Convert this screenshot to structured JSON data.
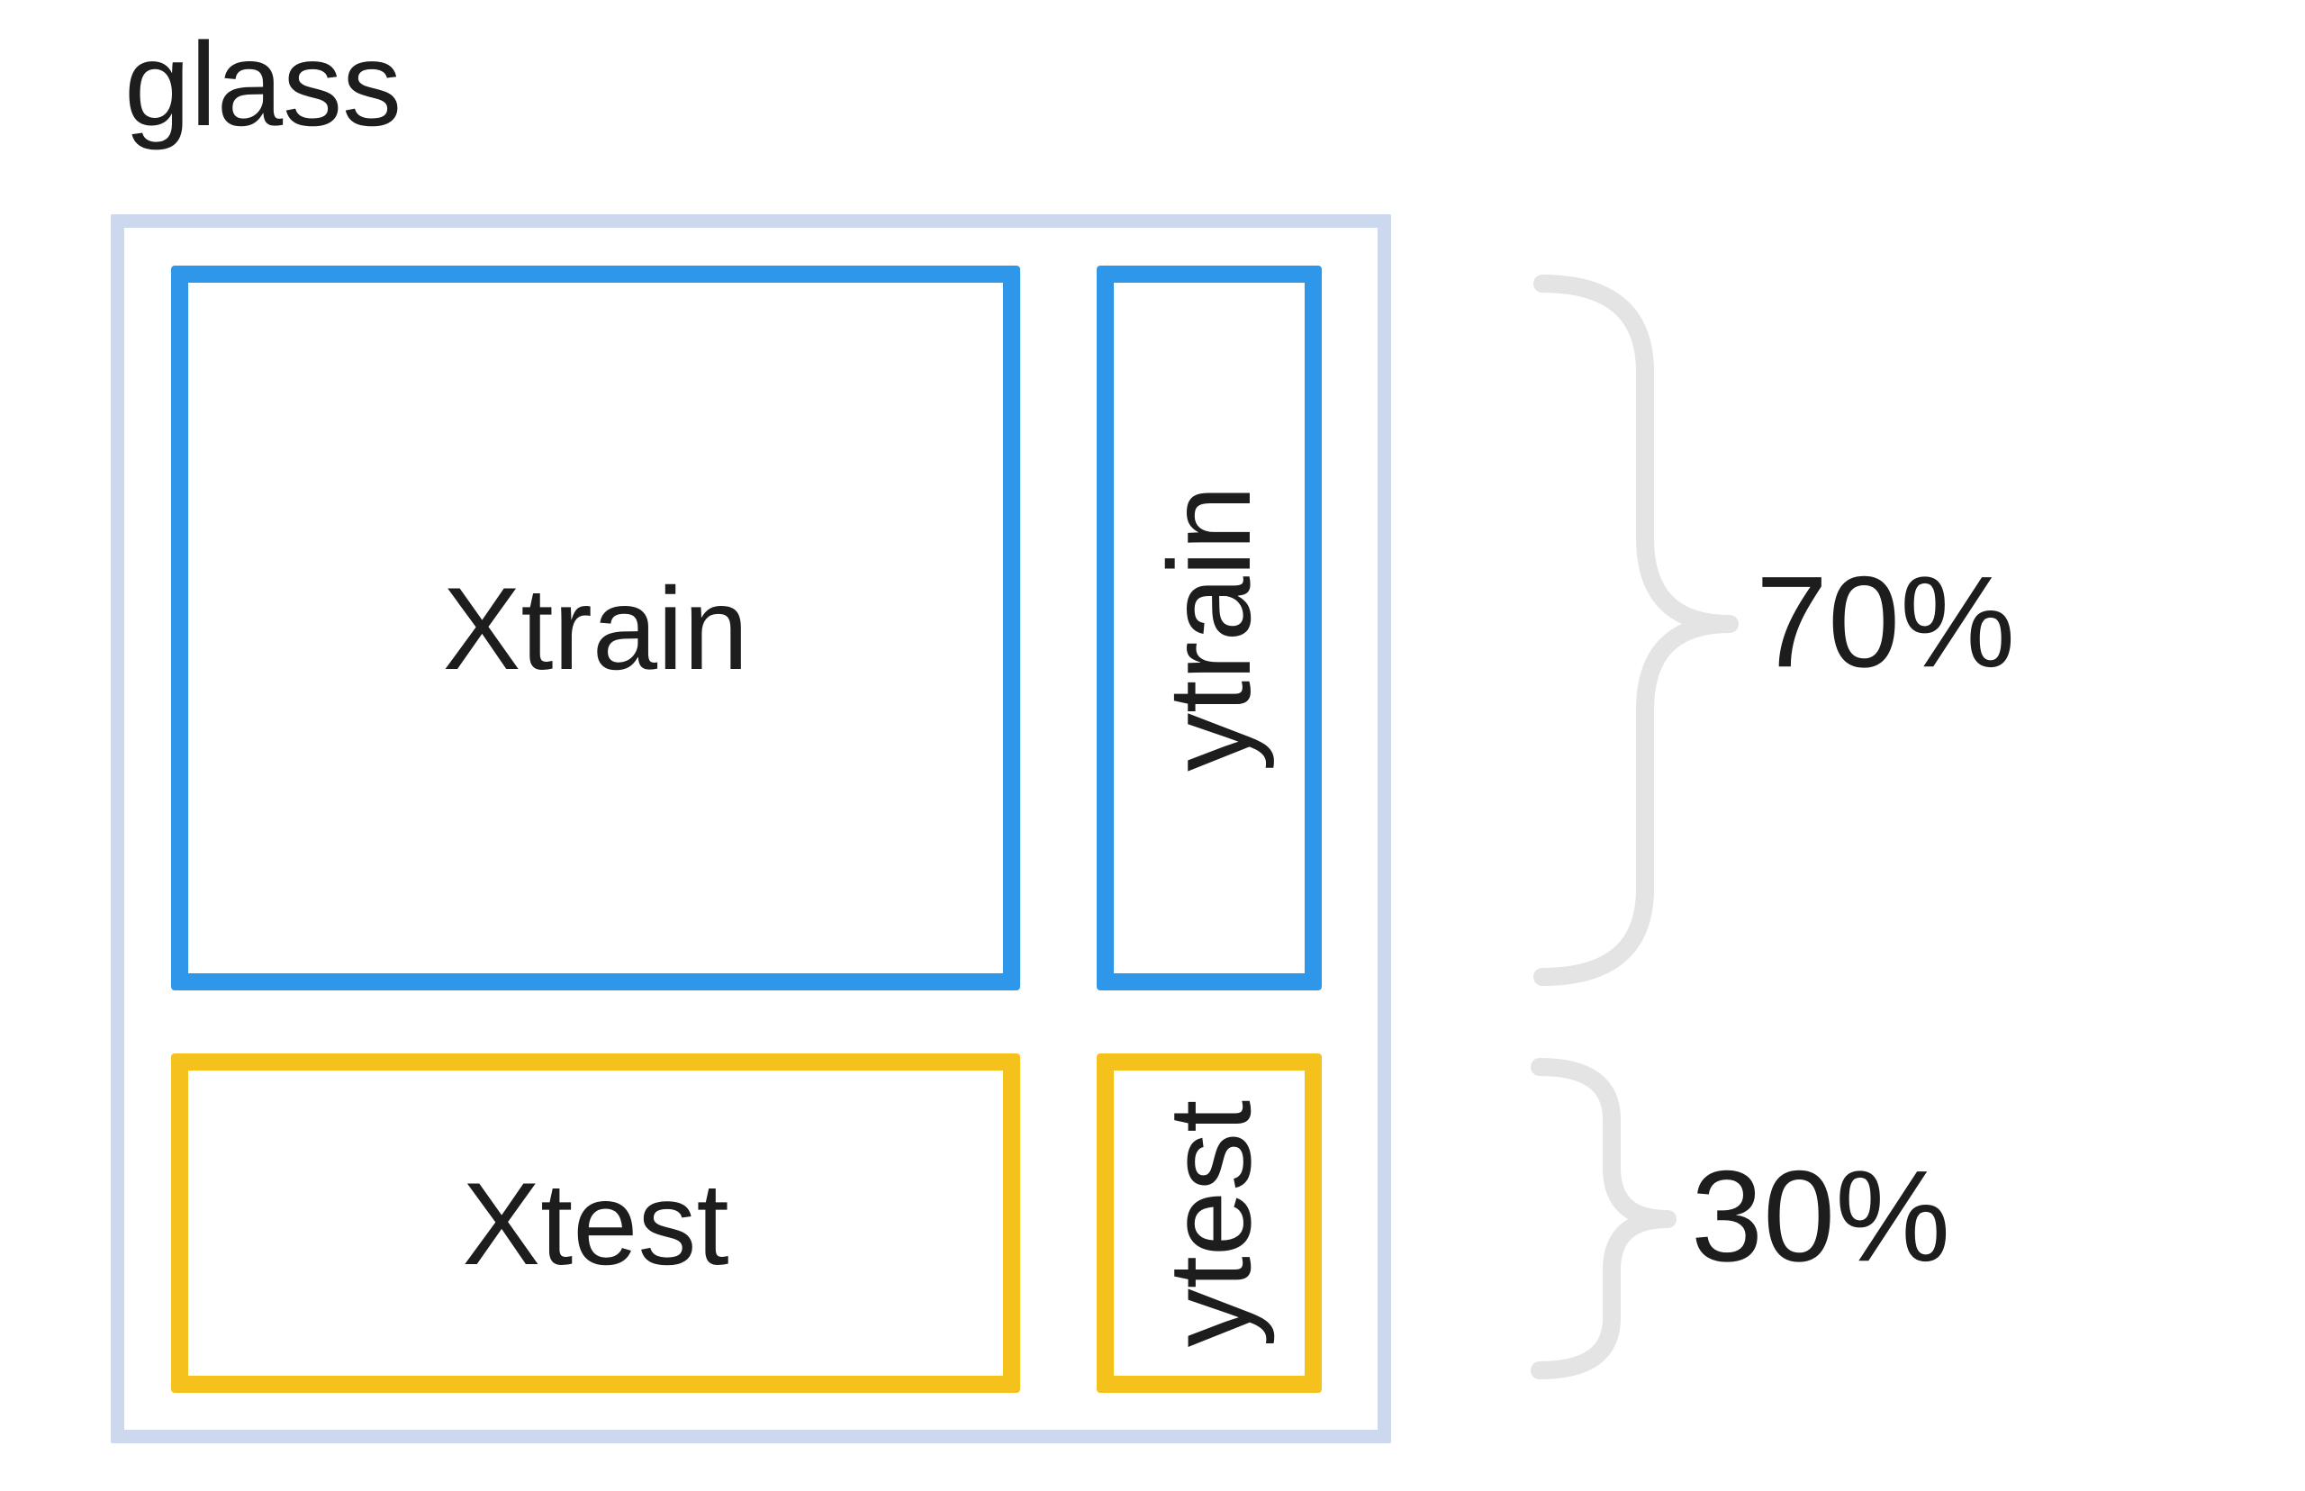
{
  "title": "glass",
  "boxes": {
    "xtrain": "Xtrain",
    "ytrain": "ytrain",
    "xtest": "Xtest",
    "ytest": "ytest"
  },
  "annotations": {
    "train_pct": "70%",
    "test_pct": "30%"
  },
  "colors": {
    "train": "#2f97ea",
    "test": "#f5c11d",
    "outer": "#cbd8ee",
    "brace": "#e4e4e4",
    "text": "#1d1d1d"
  }
}
